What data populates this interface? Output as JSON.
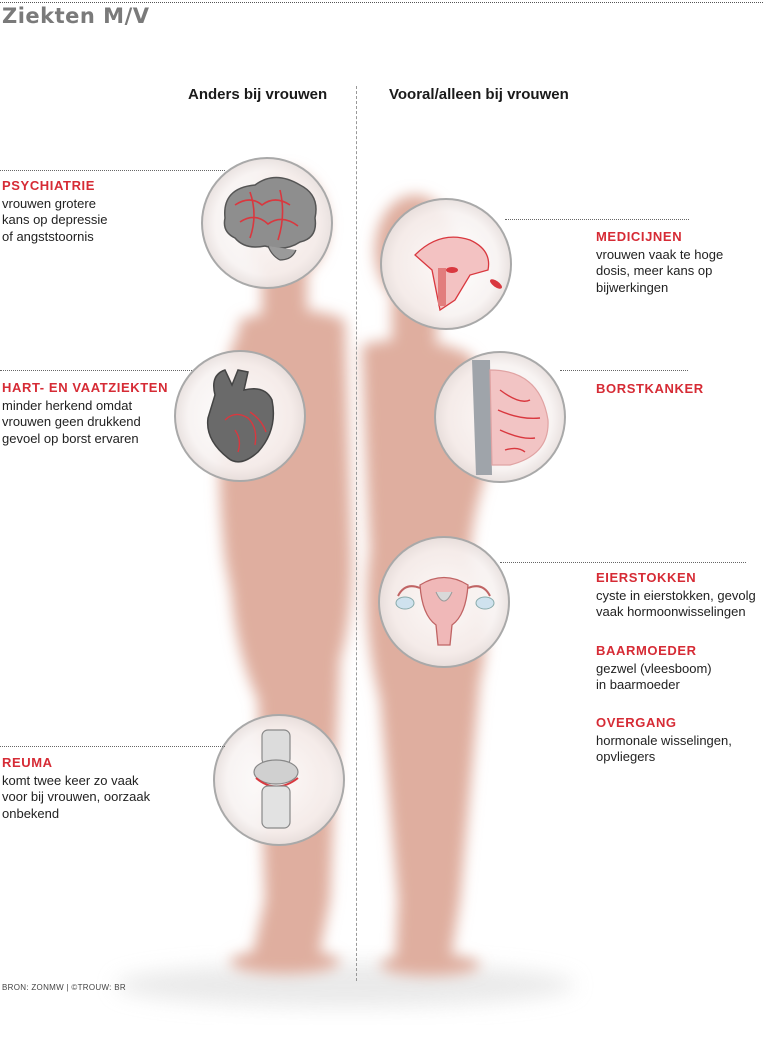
{
  "title": "Ziekten M/V",
  "columns": {
    "left": "Anders bij vrouwen",
    "right": "Vooral/alleen bij vrouwen"
  },
  "colors": {
    "accent": "#d62b35",
    "body": "#e2b3a8",
    "circle_border": "#b0b0b0"
  },
  "left_items": [
    {
      "heading": "PSYCHIATRIE",
      "text": "vrouwen grotere\nkans op depressie\nof angststoornis",
      "icon": "brain-icon"
    },
    {
      "heading": "HART- EN VAATZIEKTEN",
      "text": "minder herkend omdat\nvrouwen geen drukkend\ngevoel op borst ervaren",
      "icon": "heart-icon"
    },
    {
      "heading": "REUMA",
      "text": "komt twee keer zo vaak\nvoor bij vrouwen, oorzaak\nonbekend",
      "icon": "knee-joint-icon"
    }
  ],
  "right_items": [
    {
      "heading": "MEDICIJNEN",
      "text": "vrouwen vaak te hoge\ndosis, meer kans op\nbijwerkingen",
      "icon": "throat-pill-icon"
    },
    {
      "heading": "BORSTKANKER",
      "text": "",
      "icon": "breast-icon"
    },
    {
      "heading": "EIERSTOKKEN",
      "text": "cyste in eierstokken, gevolg\nvaak hormoonwisselingen",
      "icon": "uterus-icon"
    },
    {
      "heading": "BAARMOEDER",
      "text": "gezwel (vleesboom)\nin baarmoeder"
    },
    {
      "heading": "OVERGANG",
      "text": "hormonale wisselingen,\nopvliegers"
    }
  ],
  "source": "BRON: ZONMW  |  ©TROUW: BR"
}
